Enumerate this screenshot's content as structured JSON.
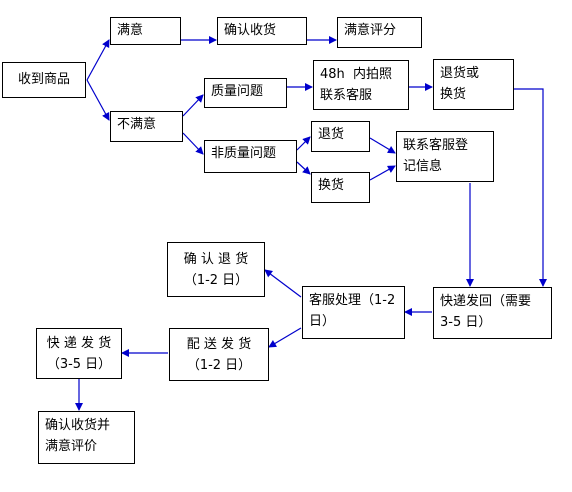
{
  "nodes": {
    "receive": "收到商品",
    "satisfied": "满意",
    "confirm_receipt": "确认收货",
    "satisfied_rating": "满意评分",
    "unsatisfied": "不满意",
    "quality_issue": "质量问题",
    "photo_contact": [
      "48h  内拍照",
      "联系客服"
    ],
    "return_or_exchange": [
      "退货或",
      "换货"
    ],
    "non_quality_issue": "非质量问题",
    "return": "退货",
    "exchange": "换货",
    "register_info": [
      "联系客服登",
      "记信息"
    ],
    "express_back": [
      "快递发回（需要",
      "3-5 日）"
    ],
    "service_process": [
      "客服处理（1-2",
      "日）"
    ],
    "confirm_return": [
      "确 认 退 货",
      "（1-2 日）"
    ],
    "delivery": [
      "配 送 发 货",
      "（1-2 日）"
    ],
    "express_ship": [
      "快 递 发 货",
      "（3-5 日）"
    ],
    "final": [
      "确认收货并",
      "满意评价"
    ]
  },
  "colors": {
    "edge": "#0000CC",
    "border": "#000000"
  }
}
